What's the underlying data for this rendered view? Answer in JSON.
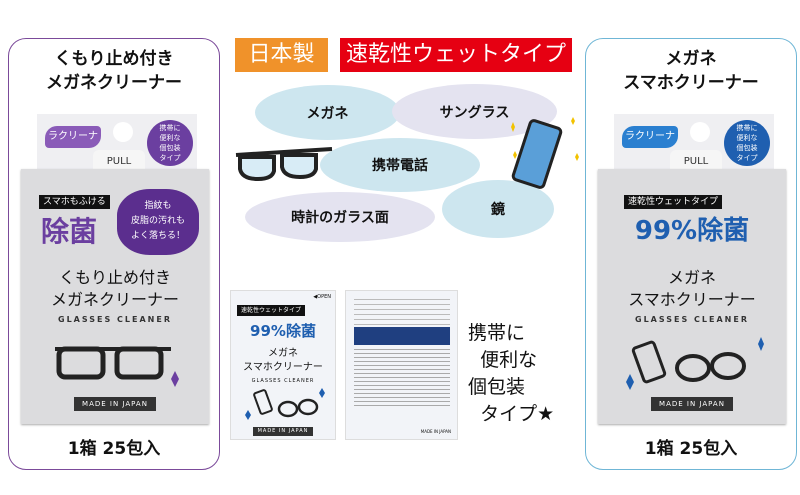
{
  "left_product": {
    "title": "くもり止め付き\nメガネクリーナー",
    "brand": "ラクリーナ",
    "pull": "PULL",
    "seal": "携帯に\n便利な\n個包装\nタイプ",
    "tag": "スマホもふける",
    "headline": "除菌",
    "bubble": "指紋も\n皮脂の汚れも\nよく落ちる！",
    "name": "くもり止め付き\nメガネクリーナー",
    "english": "GLASSES CLEANER",
    "made_in": "MADE IN JAPAN",
    "count": "1箱 25包入",
    "accent": "#6b3fa0"
  },
  "right_product": {
    "title": "メガネ\nスマホクリーナー",
    "brand": "ラクリーナ",
    "pull": "PULL",
    "seal": "携帯に\n便利な\n個包装\nタイプ",
    "tag": "速乾性ウェットタイプ",
    "headline": "99%除菌",
    "name": "メガネ\nスマホクリーナー",
    "english": "GLASSES CLEANER",
    "made_in": "MADE IN JAPAN",
    "count": "1箱 25包入",
    "accent": "#1f5fb0"
  },
  "center": {
    "badge_japan": "日本製",
    "badge_type": "速乾性ウェットタイプ",
    "uses": [
      "メガネ",
      "サングラス",
      "携帯電話",
      "時計のガラス面",
      "鏡"
    ],
    "packet_front": {
      "open": "◀OPEN",
      "tag": "速乾性ウェットタイプ",
      "headline": "99%除菌",
      "name": "メガネ\nスマホクリーナー",
      "english": "GLASSES CLEANER",
      "made_in": "MADE IN JAPAN"
    },
    "packet_back": {
      "made_in": "MADE IN JAPAN"
    },
    "handwritten": "携帯に\n  便利な\n個包装\n  タイプ★"
  },
  "colors": {
    "orange": "#f0922a",
    "red": "#e60012",
    "purple_border": "#7b4a9a",
    "blue_border": "#6fb6d6"
  }
}
